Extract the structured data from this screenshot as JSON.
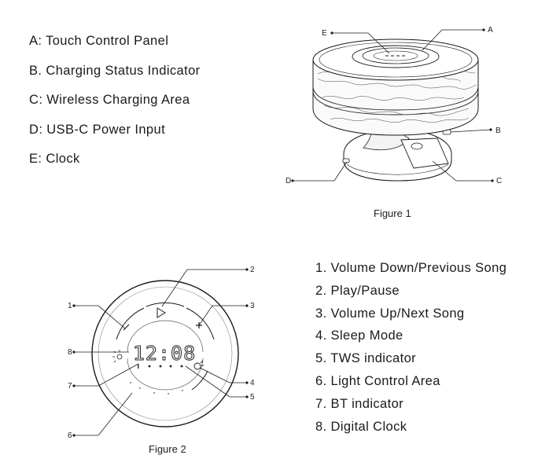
{
  "figure1": {
    "caption": "Figure 1",
    "parts": [
      {
        "letter": "A",
        "label": "A: Touch Control Panel"
      },
      {
        "letter": "B",
        "label": "B. Charging Status Indicator"
      },
      {
        "letter": "C",
        "label": "C: Wireless Charging Area"
      },
      {
        "letter": "D",
        "label": "D: USB-C Power Input"
      },
      {
        "letter": "E",
        "label": "E: Clock"
      }
    ]
  },
  "figure2": {
    "caption": "Figure 2",
    "clock_display": "12:08",
    "parts": [
      {
        "number": "1",
        "label": "1. Volume Down/Previous Song"
      },
      {
        "number": "2",
        "label": "2. Play/Pause"
      },
      {
        "number": "3",
        "label": "3. Volume Up/Next Song"
      },
      {
        "number": "4",
        "label": "4. Sleep Mode"
      },
      {
        "number": "5",
        "label": "5. TWS indicator"
      },
      {
        "number": "6",
        "label": "6. Light Control Area"
      },
      {
        "number": "7",
        "label": "7. BT indicator"
      },
      {
        "number": "8",
        "label": "8. Digital Clock"
      }
    ]
  },
  "colors": {
    "line": "#1a1a1a",
    "text": "#1a1a1a"
  }
}
